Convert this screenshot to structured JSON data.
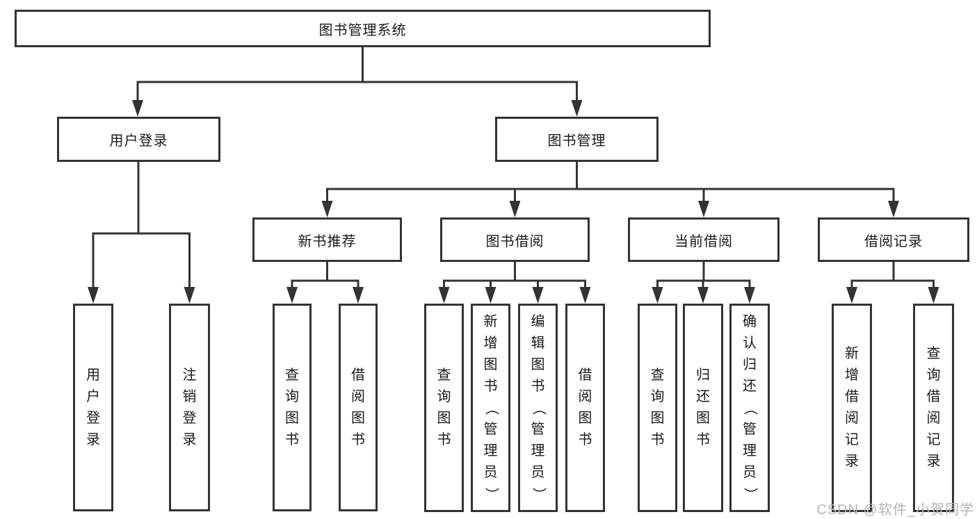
{
  "diagram": {
    "root": {
      "label": "图书管理系统"
    },
    "branches": [
      {
        "label": "用户登录",
        "children": [
          {
            "label": "用户登录"
          },
          {
            "label": "注销登录"
          }
        ]
      },
      {
        "label": "图书管理",
        "children": [
          {
            "label": "新书推荐",
            "children": [
              {
                "label": "查询图书"
              },
              {
                "label": "借阅图书"
              }
            ]
          },
          {
            "label": "图书借阅",
            "children": [
              {
                "label": "查询图书"
              },
              {
                "label": "新增图书（管理员）"
              },
              {
                "label": "编辑图书（管理员）"
              },
              {
                "label": "借阅图书"
              }
            ]
          },
          {
            "label": "当前借阅",
            "children": [
              {
                "label": "查询图书"
              },
              {
                "label": "归还图书"
              },
              {
                "label": "确认归还（管理员）"
              }
            ]
          },
          {
            "label": "借阅记录",
            "children": [
              {
                "label": "新增借阅记录"
              },
              {
                "label": "查询借阅记录"
              }
            ]
          }
        ]
      }
    ]
  },
  "watermark": "CSDN @软件_小贺同学",
  "colors": {
    "line": "#333333",
    "text": "#1a1a1a",
    "bg": "#ffffff",
    "watermark": "#b5b5b5"
  }
}
